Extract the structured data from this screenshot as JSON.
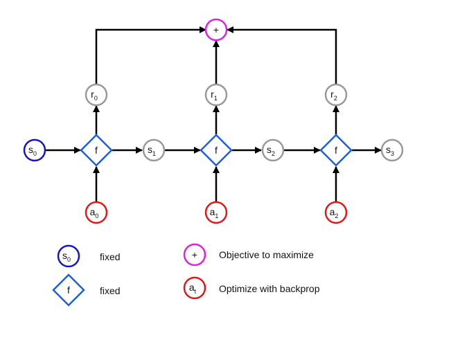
{
  "plus_node": {
    "label": "+",
    "color": "#e020e0"
  },
  "reward_nodes": [
    {
      "base": "r",
      "sub": "0"
    },
    {
      "base": "r",
      "sub": "1"
    },
    {
      "base": "r",
      "sub": "2"
    }
  ],
  "state_nodes": [
    {
      "base": "s",
      "sub": "0"
    },
    {
      "base": "s",
      "sub": "1"
    },
    {
      "base": "s",
      "sub": "2"
    },
    {
      "base": "s",
      "sub": "3"
    }
  ],
  "f_nodes": [
    {
      "label": "f"
    },
    {
      "label": "f"
    },
    {
      "label": "f"
    }
  ],
  "action_nodes": [
    {
      "base": "a",
      "sub": "0"
    },
    {
      "base": "a",
      "sub": "1"
    },
    {
      "base": "a",
      "sub": "2"
    }
  ],
  "legend": {
    "state": {
      "base": "s",
      "sub": "0",
      "text": "fixed"
    },
    "f": {
      "label": "f",
      "text": "fixed"
    },
    "plus": {
      "label": "+",
      "text": "Objective to maximize"
    },
    "action": {
      "base": "a",
      "sub": "t",
      "text": "Optimize with backprop"
    }
  },
  "colors": {
    "state_fixed": "#1515c8",
    "gray": "#999999",
    "f_diamond": "#1a5fe0",
    "action": "#e01818",
    "plus": "#e020e0",
    "arrow": "#000000"
  }
}
